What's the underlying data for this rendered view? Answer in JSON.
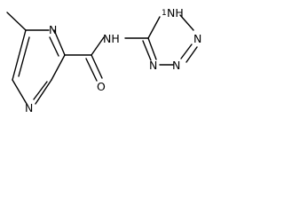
{
  "molecule": {
    "atoms": {
      "pyrazine_n_top": "N",
      "pyrazine_n_bottom": "N",
      "amide_nh": "NH",
      "carbonyl_o": "O",
      "tetrazole_nh": "NH",
      "tetrazole_n_right": "N",
      "tetrazole_n_bottom_right": "N",
      "tetrazole_n_bottom_left": "N",
      "nh_sub": "1"
    }
  }
}
